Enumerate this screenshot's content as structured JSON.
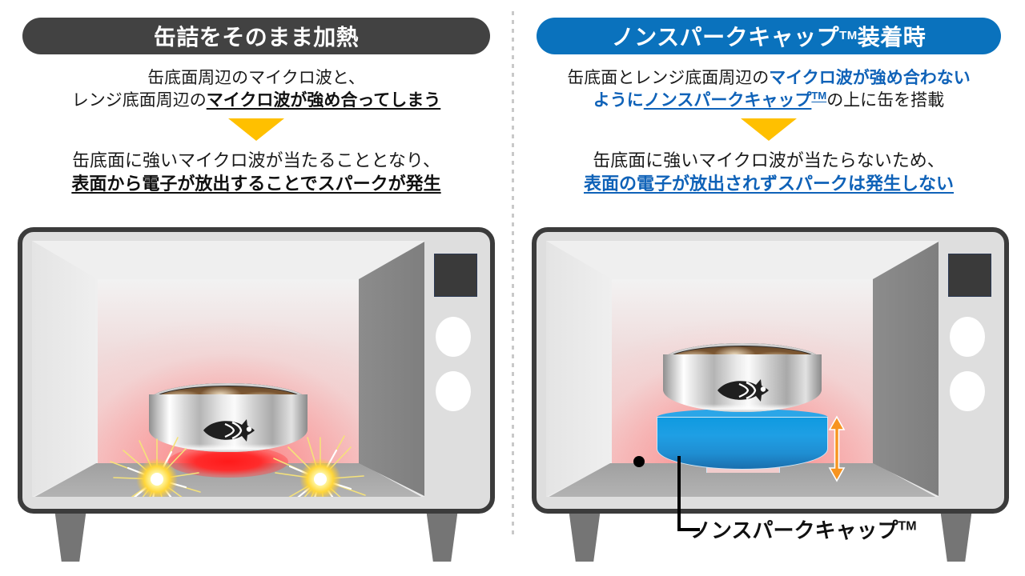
{
  "colors": {
    "header_gray": "#424242",
    "header_blue": "#0a72bd",
    "accent_yellow": "#FFC000",
    "accent_orange": "#F79420",
    "text_blue": "#0f62b8",
    "cap_blue": "#1f9fe4",
    "spark_red": "#ff2b2b"
  },
  "left": {
    "header": "缶詰をそのまま加熱",
    "top_text": {
      "line1": "缶底面周辺のマイクロ波と、",
      "line2_plain": "レンジ底面周辺の",
      "line2_emph": "マイクロ波が強め合ってしまう"
    },
    "arrow": "down-arrow",
    "bottom_text": {
      "line1": "缶底面に強いマイクロ波が当たることとなり、",
      "line2_emph": "表面から電子が放出することでスパークが発生"
    },
    "illustration": {
      "name": "microwave-oven-with-can",
      "can_label": "fish-icon",
      "effects": [
        "spark-left",
        "spark-right",
        "red-glow-under-can"
      ]
    }
  },
  "right": {
    "header_main": "ノンスパークキャップ",
    "header_tm": "TM",
    "header_tail": "装着時",
    "top_text": {
      "line1_plain": "缶底面とレンジ底面周辺の",
      "line1_emph": "マイクロ波が強め合わない",
      "line2_plain_a": "ように",
      "line2_emph": "ノンスパークキャップ",
      "line2_tm": "TM",
      "line2_plain_b": "の上に缶を搭載"
    },
    "arrow": "down-arrow",
    "bottom_text": {
      "line1": "缶底面に強いマイクロ波が当たらないため、",
      "line2_emph": "表面の電子が放出されずスパークは発生しない"
    },
    "illustration": {
      "name": "microwave-oven-with-can-on-cap",
      "can_label": "fish-icon",
      "cap_name": "non-spark-cap",
      "height_arrow": "up-down-arrow"
    },
    "callout": {
      "label": "ノンスパークキャップ",
      "tm": "TM"
    }
  }
}
